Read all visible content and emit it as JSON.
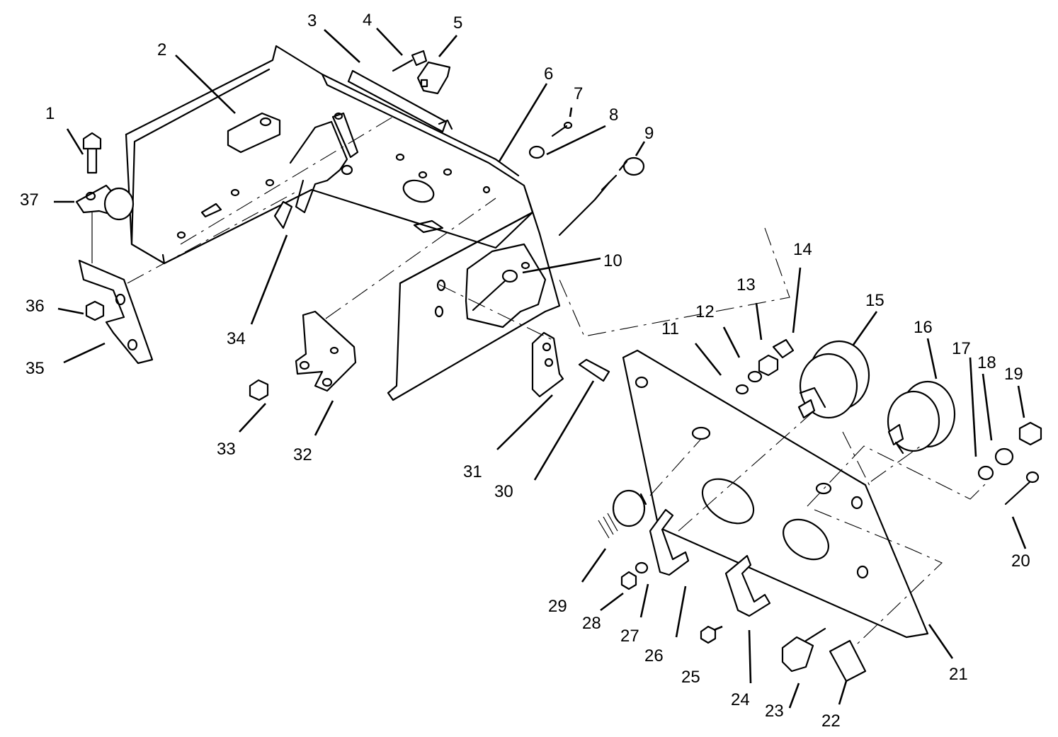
{
  "callouts": [
    {
      "n": "1"
    },
    {
      "n": "2"
    },
    {
      "n": "3"
    },
    {
      "n": "4"
    },
    {
      "n": "5"
    },
    {
      "n": "6"
    },
    {
      "n": "7"
    },
    {
      "n": "8"
    },
    {
      "n": "9"
    },
    {
      "n": "10"
    },
    {
      "n": "11"
    },
    {
      "n": "12"
    },
    {
      "n": "13"
    },
    {
      "n": "14"
    },
    {
      "n": "15"
    },
    {
      "n": "16"
    },
    {
      "n": "17"
    },
    {
      "n": "18"
    },
    {
      "n": "19"
    },
    {
      "n": "20"
    },
    {
      "n": "21"
    },
    {
      "n": "22"
    },
    {
      "n": "23"
    },
    {
      "n": "24"
    },
    {
      "n": "25"
    },
    {
      "n": "26"
    },
    {
      "n": "27"
    },
    {
      "n": "28"
    },
    {
      "n": "29"
    },
    {
      "n": "30"
    },
    {
      "n": "31"
    },
    {
      "n": "32"
    },
    {
      "n": "33"
    },
    {
      "n": "34"
    },
    {
      "n": "35"
    },
    {
      "n": "36"
    },
    {
      "n": "37"
    }
  ]
}
